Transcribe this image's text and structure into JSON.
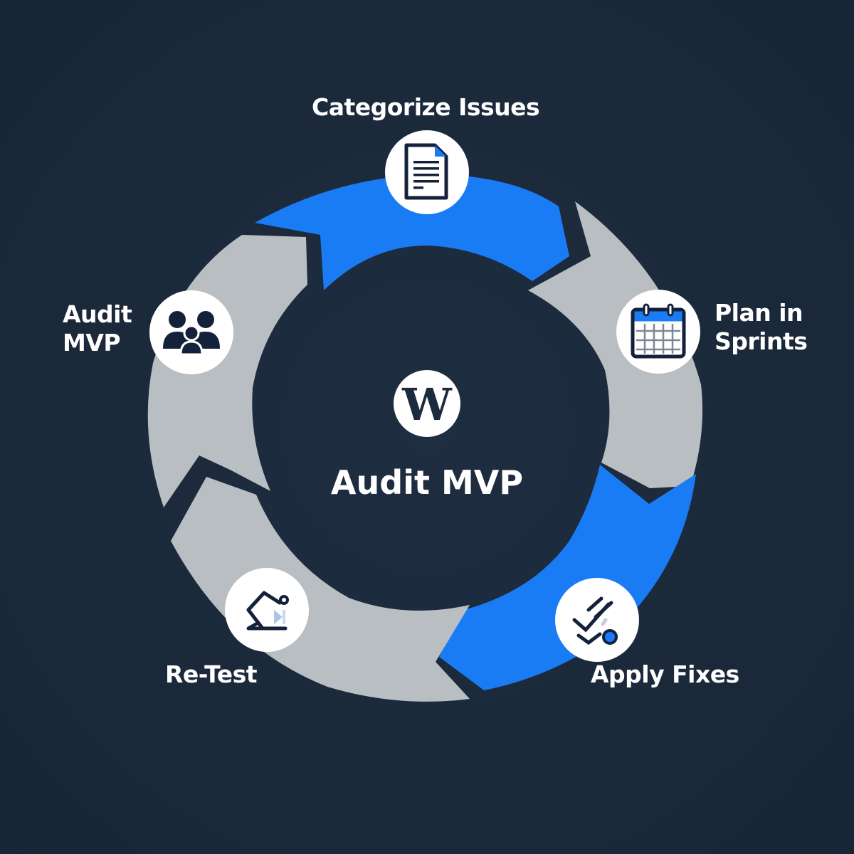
{
  "center": {
    "logo_letter": "W",
    "title": "Audit MVP"
  },
  "colors": {
    "background": "#1b2a3d",
    "accent_blue": "#1a7cf5",
    "segment_gray": "#b9bec3",
    "icon_dark": "#13213a",
    "white": "#ffffff"
  },
  "steps": [
    {
      "label": "Categorize Issues",
      "icon": "document-icon",
      "segment_color": "blue"
    },
    {
      "label_line1": "Plan in",
      "label_line2": "Sprints",
      "icon": "calendar-icon",
      "segment_color": "gray"
    },
    {
      "label": "Apply Fixes",
      "icon": "checklist-fix-icon",
      "segment_color": "blue"
    },
    {
      "label": "Re-Test",
      "icon": "retest-icon",
      "segment_color": "gray"
    },
    {
      "label_line1": "Audit",
      "label_line2": "MVP",
      "icon": "users-group-icon",
      "segment_color": "gray"
    }
  ]
}
